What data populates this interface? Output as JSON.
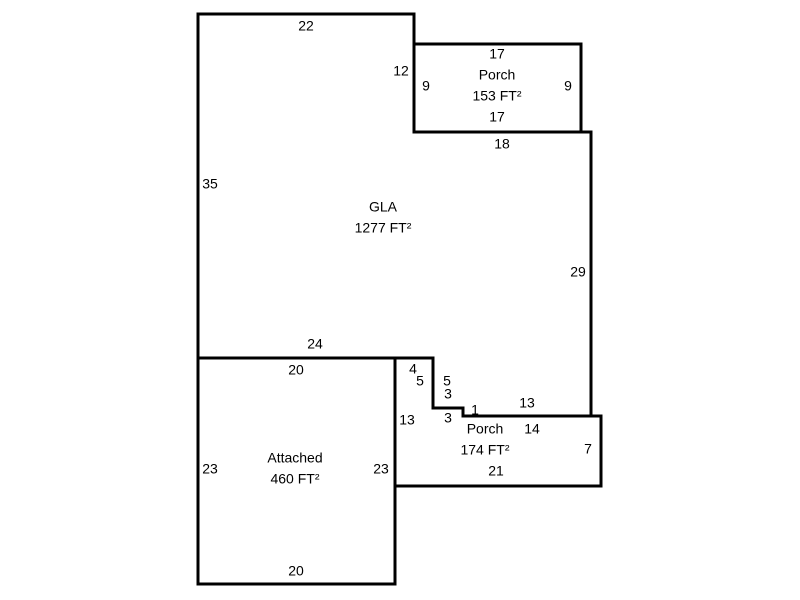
{
  "areas": {
    "gla": {
      "name": "GLA",
      "area": "1277 FT²"
    },
    "porch_top": {
      "name": "Porch",
      "area": "153 FT²"
    },
    "porch_bottom": {
      "name": "Porch",
      "area": "174 FT²"
    },
    "attached": {
      "name": "Attached",
      "area": "460 FT²"
    }
  },
  "dimensions": {
    "gla_top": "22",
    "gla_left": "35",
    "gla_inner_left": "12",
    "gla_step": "18",
    "gla_right": "29",
    "gla_bottom": "24",
    "porch_top_top": "17",
    "porch_top_bottom": "17",
    "porch_top_left": "9",
    "porch_top_right": "9",
    "attached_top": "20",
    "attached_bottom": "20",
    "attached_left": "23",
    "attached_right": "23",
    "step_a": "4",
    "step_b": "5",
    "step_c": "5",
    "step_d": "3",
    "step_e": "3",
    "step_f": "1",
    "step_g": "13",
    "porch_bottom_left": "13",
    "porch_bottom_top": "14",
    "porch_bottom_right": "7",
    "porch_bottom_bottom": "21"
  }
}
